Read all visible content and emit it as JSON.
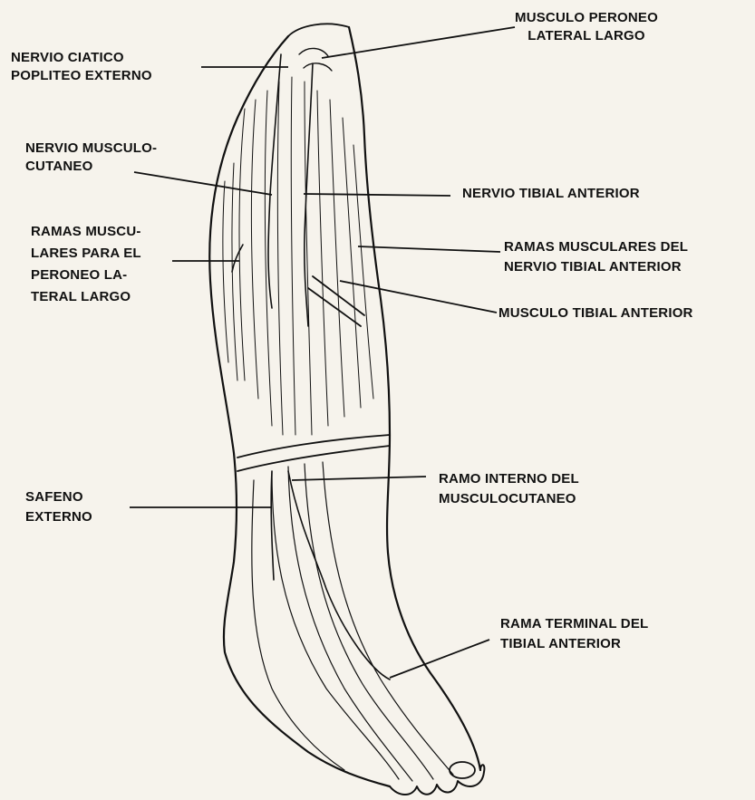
{
  "labels": {
    "peroneo_lateral_largo": [
      "MUSCULO PERONEO",
      "LATERAL LARGO"
    ],
    "ciatico": [
      "NERVIO CIATICO",
      "POPLITEO EXTERNO"
    ],
    "musculocutaneo": [
      "NERVIO MUSCULO-",
      "CUTANEO"
    ],
    "tibial_anterior_nervio": [
      "NERVIO TIBIAL ANTERIOR"
    ],
    "ramas_peroneo": [
      "RAMAS MUSCU-",
      "LARES PARA EL",
      "PERONEO  LA-",
      "TERAL LARGO"
    ],
    "ramas_tibial": [
      "RAMAS MUSCULARES DEL",
      "NERVIO TIBIAL ANTERIOR"
    ],
    "musculo_tibial": [
      "MUSCULO TIBIAL ANTERIOR"
    ],
    "ramo_interno": [
      "RAMO INTERNO DEL",
      "MUSCULOCUTANEO"
    ],
    "safeno": [
      "SAFENO",
      "EXTERNO"
    ],
    "rama_terminal": [
      "RAMA TERMINAL DEL",
      "TIBIAL ANTERIOR"
    ]
  },
  "colors": {
    "ink": "#111111",
    "paper": "#f6f3ec"
  }
}
